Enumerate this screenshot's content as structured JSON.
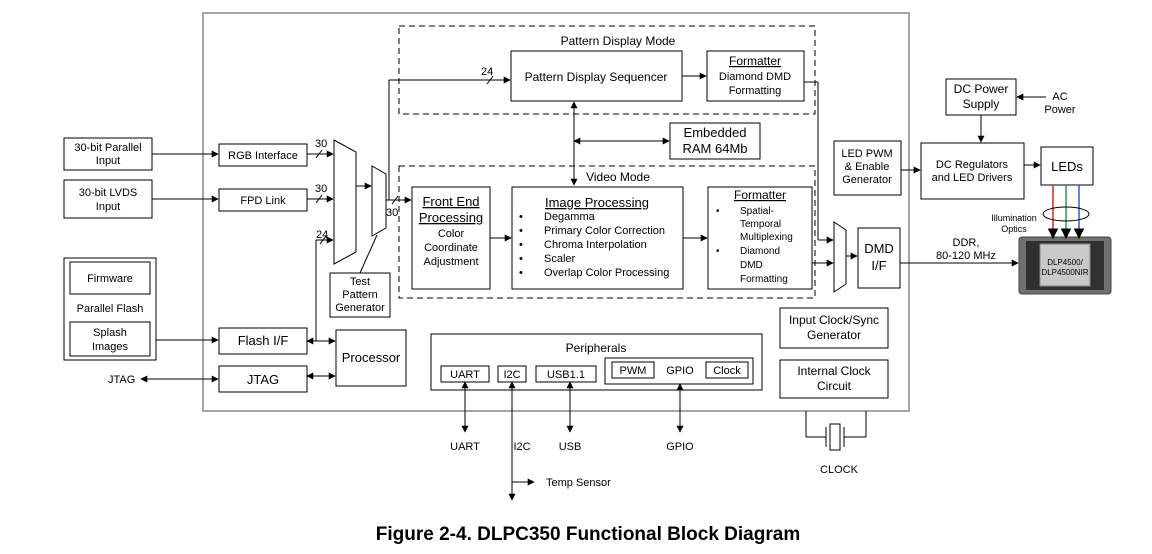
{
  "inputs": {
    "parallel_line1": "30-bit Parallel",
    "parallel_line2": "Input",
    "lvds_line1": "30-bit LVDS",
    "lvds_line2": "Input",
    "firmware": "Firmware",
    "parallel_flash": "Parallel Flash",
    "splash_line1": "Splash",
    "splash_line2": "Images",
    "jtag_ext": "JTAG"
  },
  "blocks": {
    "rgb_interface": "RGB Interface",
    "fpd_link": "FPD Link",
    "flash_if": "Flash I/F",
    "jtag": "JTAG",
    "processor": "Processor",
    "test_pattern": [
      "Test",
      "Pattern",
      "Generator"
    ],
    "pattern_display_mode": "Pattern Display Mode",
    "pattern_display_sequencer": "Pattern Display Sequencer",
    "formatter": "Formatter",
    "formatter_pd_lines": [
      "Diamond DMD",
      "Formatting"
    ],
    "embedded_ram": [
      "Embedded",
      "RAM 64Mb"
    ],
    "video_mode": "Video Mode",
    "front_end_title": [
      "Front End",
      "Processing"
    ],
    "front_end_lines": [
      "Color",
      "Coordinate",
      "Adjustment"
    ],
    "image_processing_title": "Image Processing",
    "image_processing_items": [
      "Degamma",
      "Primary Color Correction",
      "Chroma Interpolation",
      "Scaler",
      "Overlap Color Processing"
    ],
    "formatter_video_lines": [
      "Spatial-",
      "Temporal",
      "Multiplexing",
      "Diamond",
      "DMD",
      "Formatting"
    ],
    "dmd_if": [
      "DMD",
      "I/F"
    ],
    "led_pwm": [
      "LED PWM",
      "& Enable",
      "Generator"
    ],
    "dc_power": [
      "DC Power",
      "Supply"
    ],
    "ac_power": [
      "AC",
      "Power"
    ],
    "dc_regulators": [
      "DC Regulators",
      "and LED Drivers"
    ],
    "leds": "LEDs",
    "illumination_optics": [
      "Illumination",
      "Optics"
    ],
    "ddr": [
      "DDR,",
      "80-120 MHz"
    ],
    "dmd_chip": [
      "DLP4500/",
      "DLP4500NIR"
    ],
    "input_clock": [
      "Input Clock/Sync",
      "Generator"
    ],
    "internal_clock": [
      "Internal Clock",
      "Circuit"
    ],
    "peripherals": "Peripherals",
    "uart": "UART",
    "i2c": "I2C",
    "usb11": "USB1.1",
    "pwm": "PWM",
    "gpio": "GPIO",
    "clock": "Clock"
  },
  "bus_widths": {
    "rgb": "30",
    "fpd": "30",
    "test_pattern": "24",
    "mux_out": "30",
    "sequencer_in": "24"
  },
  "external": {
    "uart": "UART",
    "i2c": "I2C",
    "usb": "USB",
    "gpio": "GPIO",
    "temp_sensor": "Temp Sensor",
    "clock": "CLOCK"
  },
  "caption": "Figure 2-4. DLPC350 Functional Block Diagram",
  "colors": {
    "line": "#000000",
    "led_red": "#e02020",
    "led_green": "#20a040",
    "led_blue": "#2060e0",
    "chip_body": "#707070",
    "chip_face": "#303030"
  }
}
